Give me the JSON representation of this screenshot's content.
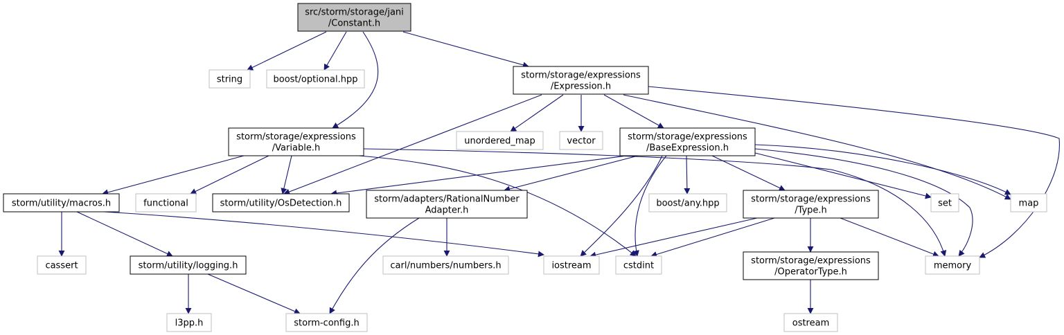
{
  "colors": {
    "edge": "#191970",
    "root_fill": "#bfbfbf",
    "internal_border": "#000000",
    "external_border": "#bfbfbf",
    "background": "#ffffff"
  },
  "nodes": [
    {
      "id": "root",
      "kind": "root",
      "lines": [
        "src/storm/storage/jani",
        "/Constant.h"
      ]
    },
    {
      "id": "string",
      "kind": "external",
      "lines": [
        "string"
      ]
    },
    {
      "id": "boost_optional",
      "kind": "external",
      "lines": [
        "boost/optional.hpp"
      ]
    },
    {
      "id": "expression",
      "kind": "internal",
      "lines": [
        "storm/storage/expressions",
        "/Expression.h"
      ]
    },
    {
      "id": "variable",
      "kind": "internal",
      "lines": [
        "storm/storage/expressions",
        "/Variable.h"
      ]
    },
    {
      "id": "unordered_map",
      "kind": "external",
      "lines": [
        "unordered_map"
      ]
    },
    {
      "id": "vector",
      "kind": "external",
      "lines": [
        "vector"
      ]
    },
    {
      "id": "base_expression",
      "kind": "internal",
      "lines": [
        "storm/storage/expressions",
        "/BaseExpression.h"
      ]
    },
    {
      "id": "macros",
      "kind": "internal",
      "lines": [
        "storm/utility/macros.h"
      ]
    },
    {
      "id": "functional",
      "kind": "external",
      "lines": [
        "functional"
      ]
    },
    {
      "id": "osdetection",
      "kind": "internal",
      "lines": [
        "storm/utility/OsDetection.h"
      ]
    },
    {
      "id": "rational",
      "kind": "internal",
      "lines": [
        "storm/adapters/RationalNumber",
        "Adapter.h"
      ]
    },
    {
      "id": "boost_any",
      "kind": "external",
      "lines": [
        "boost/any.hpp"
      ]
    },
    {
      "id": "type",
      "kind": "internal",
      "lines": [
        "storm/storage/expressions",
        "/Type.h"
      ]
    },
    {
      "id": "set",
      "kind": "external",
      "lines": [
        "set"
      ]
    },
    {
      "id": "map",
      "kind": "external",
      "lines": [
        "map"
      ]
    },
    {
      "id": "cassert",
      "kind": "external",
      "lines": [
        "cassert"
      ]
    },
    {
      "id": "logging",
      "kind": "internal",
      "lines": [
        "storm/utility/logging.h"
      ]
    },
    {
      "id": "carl_numbers",
      "kind": "external",
      "lines": [
        "carl/numbers/numbers.h"
      ]
    },
    {
      "id": "iostream",
      "kind": "external",
      "lines": [
        "iostream"
      ]
    },
    {
      "id": "cstdint",
      "kind": "external",
      "lines": [
        "cstdint"
      ]
    },
    {
      "id": "operator_type",
      "kind": "internal",
      "lines": [
        "storm/storage/expressions",
        "/OperatorType.h"
      ]
    },
    {
      "id": "memory",
      "kind": "external",
      "lines": [
        "memory"
      ]
    },
    {
      "id": "l3pp",
      "kind": "external",
      "lines": [
        "l3pp.h"
      ]
    },
    {
      "id": "storm_config",
      "kind": "external",
      "lines": [
        "storm-config.h"
      ]
    },
    {
      "id": "ostream",
      "kind": "external",
      "lines": [
        "ostream"
      ]
    }
  ],
  "edges": [
    {
      "from": "root",
      "to": "string"
    },
    {
      "from": "root",
      "to": "boost_optional"
    },
    {
      "from": "root",
      "to": "expression"
    },
    {
      "from": "root",
      "to": "variable"
    },
    {
      "from": "expression",
      "to": "osdetection"
    },
    {
      "from": "expression",
      "to": "unordered_map"
    },
    {
      "from": "expression",
      "to": "vector"
    },
    {
      "from": "expression",
      "to": "base_expression"
    },
    {
      "from": "expression",
      "to": "map"
    },
    {
      "from": "expression",
      "to": "memory"
    },
    {
      "from": "variable",
      "to": "macros"
    },
    {
      "from": "variable",
      "to": "functional"
    },
    {
      "from": "variable",
      "to": "osdetection"
    },
    {
      "from": "variable",
      "to": "cstdint"
    },
    {
      "from": "variable",
      "to": "memory"
    },
    {
      "from": "base_expression",
      "to": "osdetection"
    },
    {
      "from": "base_expression",
      "to": "rational"
    },
    {
      "from": "base_expression",
      "to": "iostream"
    },
    {
      "from": "base_expression",
      "to": "cstdint"
    },
    {
      "from": "base_expression",
      "to": "boost_any"
    },
    {
      "from": "base_expression",
      "to": "type"
    },
    {
      "from": "base_expression",
      "to": "set"
    },
    {
      "from": "base_expression",
      "to": "map"
    },
    {
      "from": "base_expression",
      "to": "memory"
    },
    {
      "from": "macros",
      "to": "cassert"
    },
    {
      "from": "macros",
      "to": "logging"
    },
    {
      "from": "macros",
      "to": "iostream"
    },
    {
      "from": "rational",
      "to": "carl_numbers"
    },
    {
      "from": "rational",
      "to": "storm_config"
    },
    {
      "from": "type",
      "to": "iostream"
    },
    {
      "from": "type",
      "to": "cstdint"
    },
    {
      "from": "type",
      "to": "operator_type"
    },
    {
      "from": "type",
      "to": "memory"
    },
    {
      "from": "logging",
      "to": "l3pp"
    },
    {
      "from": "logging",
      "to": "storm_config"
    },
    {
      "from": "operator_type",
      "to": "ostream"
    }
  ]
}
